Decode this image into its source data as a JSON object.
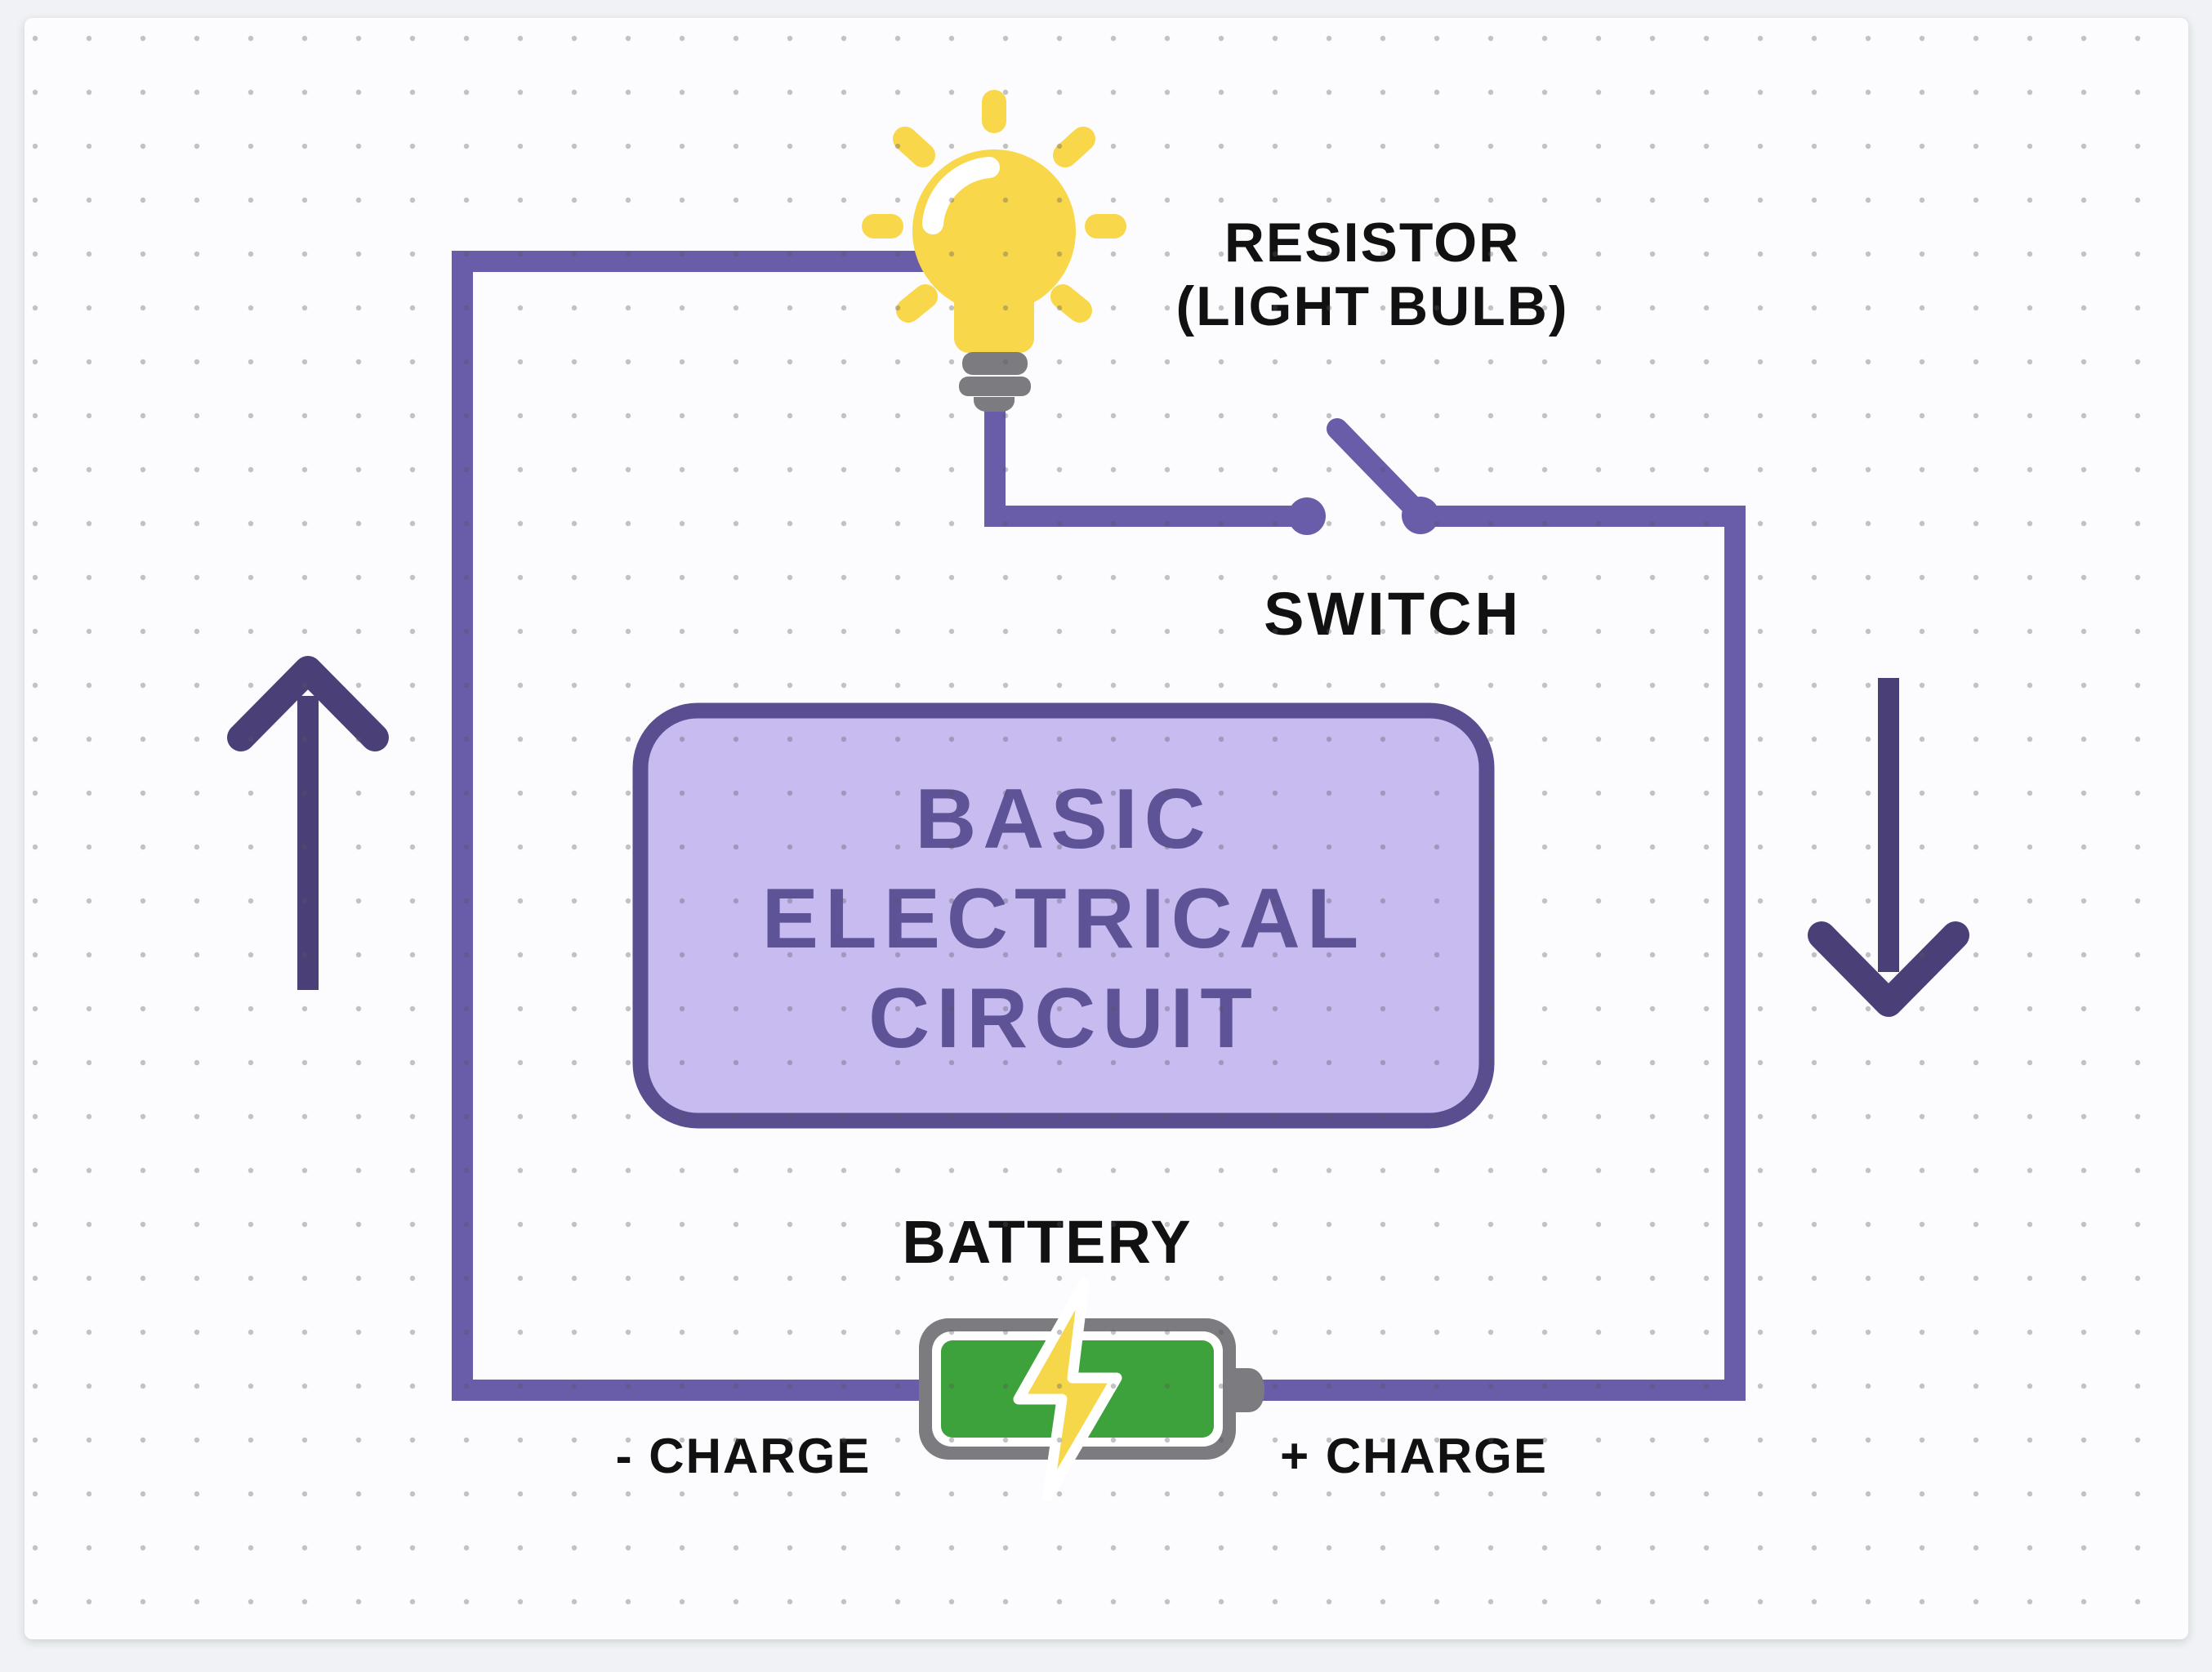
{
  "diagram": {
    "title_box": {
      "line1": "BASIC",
      "line2": "ELECTRICAL",
      "line3": "CIRCUIT"
    },
    "labels": {
      "resistor_line1": "RESISTOR",
      "resistor_line2": "(LIGHT BULB)",
      "switch": "SWITCH",
      "battery": "BATTERY",
      "charge_negative": "- CHARGE",
      "charge_positive": "+ CHARGE"
    },
    "icons": [
      "light-bulb-icon",
      "switch-icon",
      "battery-icon",
      "lightning-bolt-icon",
      "arrow-up-icon",
      "arrow-down-icon"
    ]
  },
  "colors": {
    "page_bg": "#F0F2F5",
    "card_bg": "#FCFCFE",
    "dot": "#55575F",
    "wire": "#695CA8",
    "arrow": "#4A4077",
    "label_text": "#111111",
    "box_fill": "#C7BBEF",
    "box_border": "#5A4E91",
    "box_text": "#5E5396",
    "bulb_yellow": "#F8D74B",
    "bulb_highlight": "#FFFFFF",
    "socket_gray": "#7C7C80",
    "battery_shell": "#7C7C80",
    "battery_inner": "#FFFFFF",
    "battery_green": "#3EA23C",
    "bolt_yellow": "#F6D74A",
    "bolt_outline": "#FFFFFF"
  }
}
